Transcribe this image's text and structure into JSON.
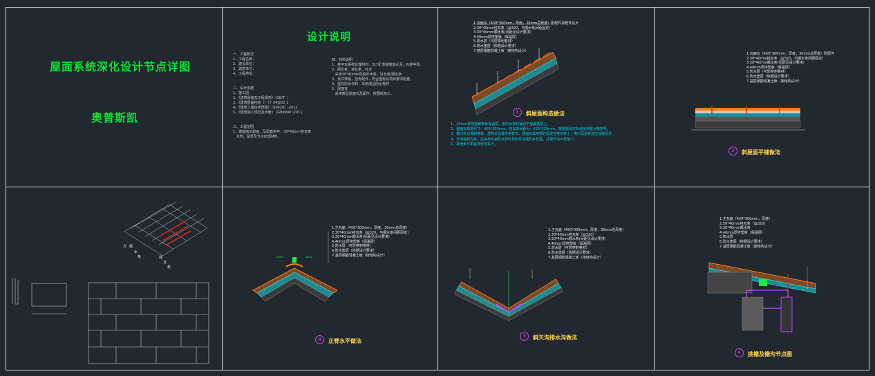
{
  "panel1": {
    "title": "屋面系统深化设计节点详图",
    "company": "奥普斯凯"
  },
  "panel2": {
    "title": "设计说明",
    "left_block": "一、工程概况\n1、工程名称：\n2、建设单位：\n3、建筑单位：\n4、工程地址：\n\n\n二、设计依据\n1、施工图\n2、《建筑屋面瓦工程规范》（GB/T  ）\n3、《建筑屋面构造（一）》04J202 1\n4、《建筑工程技术规程》（60629）-2012\n5、《建筑施工规范及手册》 (GB9900 )2011\n\n\n三、工程范围\n1、坡屋面瓦屋面，及配套构件，30*40mm挂瓦条\n   龙骨，屋脊及节点处理材料。",
    "right_block": "四、材料说明\n1、挂平瓦系统处理材料：3L7矿渣硅酸盐水泥，内掺中砂。\n2、顺水条、挂瓦条、托木\n   采用30*40mm防腐杉木条，钉瓦条/顺水条\n3、瓦件规格，自有配件，符合国标及项目要求配置。\n4、屋瓦防水材料：采用成品防水卷材\n5、屋面瓦\n   采用典型屋面瓦及配件，按图纸施工。"
  },
  "panel3": {
    "layers": "1.瓦面瓦（450*300mm，厚度，30mm总厚度）附配件及配件瓦片\n2.30*40mm挂瓦条（@320，与顺水条间距固定）\n3.30*40mm顺水条(间距见设计要求)\n4.40mm厚挤塑板（保温层）\n5.防水层（可防穿刺卷材）\n6.防水垫层（依据设计要求）\n7.基层钢筋混凝土板（按结构设计）",
    "caption_num": "1",
    "caption": "斜屋面构造做法",
    "notes": "1、40mm厚挤塑聚苯板保温层，用防水卷材铺设于屋面基层上。\n2、屋面瓦规格尺寸：465*300mm，挂瓦条间距为：425*220mm，根据现场实际长度调整分格排布。\n3、檐口处设置封檐板，屋脊处设置专用脊瓦，屋面瓦需用钢钉固定在挂瓦条上，檐口及屋脊处应加强固定。\n4、天沟或斜沟处，应采用专用防水材料及构件加强防水处理，并按节点大样施工。\n5、其他未尽事宜按规范执行。"
  },
  "panel4": {
    "layers": "1.瓦面瓦（450*300mm，厚度，30mm总厚度）附配件\n2.30*40mm挂瓦条（@320，与顺水条间距固定）\n3.30*40mm顺水条(间距见设计要求)\n4.40mm厚挤塑板（保温层）\n5.防水层（可防穿刺卷材）\n6.防水垫层（依据设计要求）\n7.基层钢筋混凝土板（按结构设计）",
    "caption_num": "2",
    "caption": "斜屋面平铺做法"
  },
  "panel5": {
    "labels": [
      "方",
      "顺",
      "水",
      "条",
      "挂",
      "瓦",
      "条"
    ]
  },
  "panel6": {
    "layers": "1.主瓦面（450*300mm，厚度，30mm总厚度）\n2.30*40mm挂瓦条（@320，与顺水条间距固定）\n3.30*40mm顺水条(间距见设计要求)\n4.40mm厚挤塑板（保温层）\n5.防水层（可防穿刺卷材）\n6.防水垫层（依据设计要求）\n7.基层钢筋混凝土板（按结构设计）",
    "caption_num": "4",
    "caption": "正脊水平做法"
  },
  "panel7": {
    "layers": "1.主瓦面（450*300mm，厚度，30mm总厚度）\n2.30*40mm挂瓦条（@320）\n3.30*40mm顺水条(间距见设计要求)\n4.40mm厚挤塑板（保温层）\n5.防水层（可防穿刺卷材）\n6.防水垫层（依据设计要求）\n7.基层钢筋混凝土板（按结构设计）",
    "caption_num": "3",
    "caption": "斜天沟排水沟做法"
  },
  "panel8": {
    "layers": "1.主瓦面（450*300mm，厚度）\n2.30*40mm挂瓦条（@320）\n3.30*40mm顺水条\n4.40mm厚挤塑板（保温层）\n5.防水层\n6.防水垫层（依据设计要求）\n7.基层钢筋混凝土板（按结构设计）",
    "caption_num": "4",
    "caption": "挑檐及檐沟节点图"
  }
}
